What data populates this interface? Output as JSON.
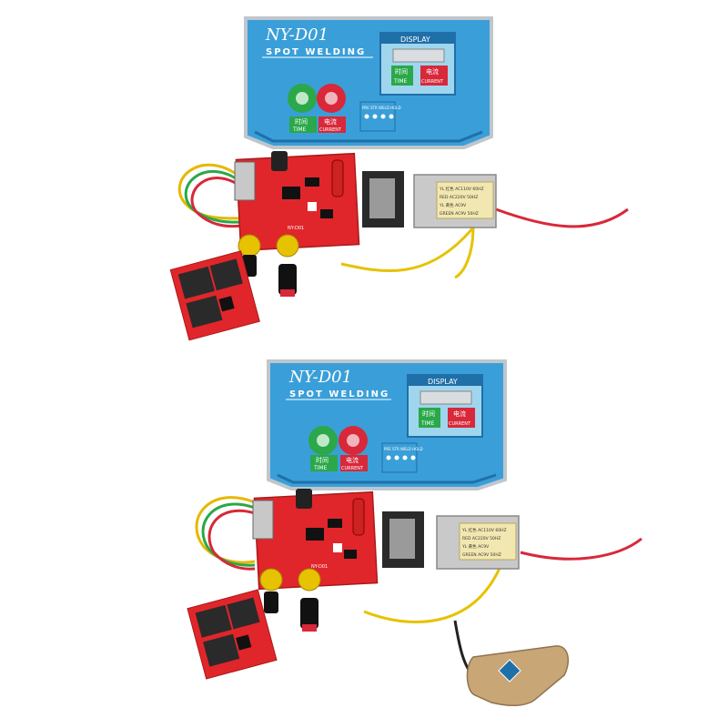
{
  "panel": {
    "model": "NY-D01",
    "subtitle": "SPOT WELDING",
    "display_label": "DISPLAY",
    "time_button_cn": "时间",
    "time_button_en": "TIME",
    "current_button_cn": "电流",
    "current_button_en": "CURRENT",
    "indicator_header": "PRE STR WELD HOLD"
  },
  "board": {
    "label": "NY-D01"
  },
  "transformer": {
    "label_lines": [
      "YL 红色 AC110V 60HZ",
      "RED AC220V 50HZ",
      "YL 黄色 AC9V",
      "GREEN AC9V 50HZ"
    ]
  },
  "colors": {
    "panel_blue": "#3a9fd8",
    "panel_blue_dark": "#2478b5",
    "pcb_red": "#e0262a",
    "green_button": "#2aa84a",
    "red_button": "#d8283a",
    "pedal": "#c9a676"
  },
  "objects": [
    "control-panel-sticker",
    "control-board",
    "transformer",
    "digital-display",
    "foot-pedal"
  ]
}
